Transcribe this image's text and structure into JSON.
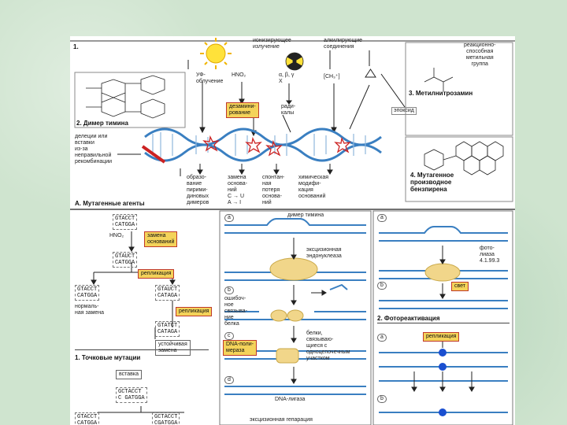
{
  "top": {
    "number": "1.",
    "uv": "УФ-\nоблучение",
    "hno2": "HNO₂",
    "ionizing": "ионизирующее\nизлучение",
    "radiation_types": "α, β, γ\nX",
    "alkylating": "алкилирующие\nсоединения",
    "ch3": "[CH₃⁺]",
    "deamination": "дезамини-\nрование",
    "radicals": "ради-\nкалы",
    "epoxide": "эпоксид",
    "methylating_group": "реакционно-\nспособная\nметильная\nгруппа",
    "methylnitrosamine": "3. Метилнитрозамин",
    "thymine_dimer_title": "2. Димер тимина",
    "recombination": "делеции или\nвставки\nиз-за\nнеправильной\nрекомбинации",
    "effects": [
      "образо-\nвание\nпирими-\nдиновых\nдимеров",
      "замена\nоснова-\nний\nC → U\nA → I",
      "спонтан-\nная\nпотеря\nоснова-\nний",
      "химическая\nмодифи-\nкация\nоснований"
    ],
    "benzopyrene": "4. Мутагенное\nпроизводное\nбензпирена",
    "section_title": "А. Мутагенные агенты"
  },
  "point_mutations": {
    "seq_start": "GTACCT\nCATGGA",
    "hno2": "HNO₂",
    "replacement": "замена\nоснований",
    "seq_mut": "GTAUCT\nCATGGA",
    "replication_1": "репликация",
    "seq_left": "GTACCT\nCATGGA",
    "seq_right": "GTAUCT\nCATAGA",
    "normal": "нормаль-\nная замена",
    "replication_2": "репликация",
    "seq_final": "GTATCT\nCATAGA",
    "stable": "устойчивая\nзамена",
    "title": "1. Точковые мутации",
    "insertion": "вставка",
    "seq_ins": "GCTACCT\nC GATGGA",
    "seq_b1": "GTACCT\nCATGGA",
    "seq_b2": "GCTACCT\nCGATGGA"
  },
  "excision": {
    "dimer_label": "димер тимина",
    "a": "a",
    "b": "b",
    "c": "c",
    "d": "d",
    "endonuclease": "эксцизионная\nэндонуклеаза",
    "incorrect": "ошибоч-\nное\nсвязыва-\nние\nбелка",
    "ss_protein": "белки,\nсвязываю-\nщиеся с\nодноцепочечным\nучастком",
    "polymerase": "DNA-поли-\nмераза",
    "ligase": "DNA-лигаза",
    "bottom": "эксцизионная reпарация"
  },
  "photo": {
    "a": "a",
    "b": "b",
    "a2": "a",
    "b2": "b",
    "photolyase": "фото-\nлиаза\n4.1.99.3",
    "light": "свет",
    "title": "2. Фотореактивация",
    "replication": "репликация"
  },
  "colors": {
    "accent_yellow": "#f4d35a",
    "accent_red": "#cc2222",
    "dna_blue": "#3a7fc1",
    "enzyme_tan": "#f1d68a"
  }
}
